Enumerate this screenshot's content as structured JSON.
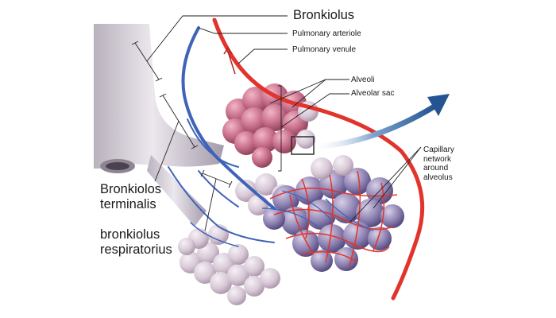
{
  "colors": {
    "bronchiole": "#d9d3da",
    "alveolus_pink": "#c97e99",
    "alveolus_light": "#e2d6e0",
    "capillary_red": "#e0342c",
    "capillary_blue": "#3f63b8",
    "airflow_arrow": "#2f5e98",
    "leader_line": "#222222"
  },
  "labels": {
    "bronkiolus": "Bronkiolus",
    "pulmonary_arteriole": "Pulmonary arteriole",
    "pulmonary_venule": "Pulmonary venule",
    "alveoli": "Alveoli",
    "alveolar_sac": "Alveolar sac",
    "capillary_network": [
      "Capillary",
      "network",
      "around",
      "alveolus"
    ],
    "bronkiolos_terminalis": [
      "Bronkiolos",
      "terminalis"
    ],
    "bronkiolus_respiratorius": [
      "bronkiolus",
      "respiratorius"
    ]
  }
}
